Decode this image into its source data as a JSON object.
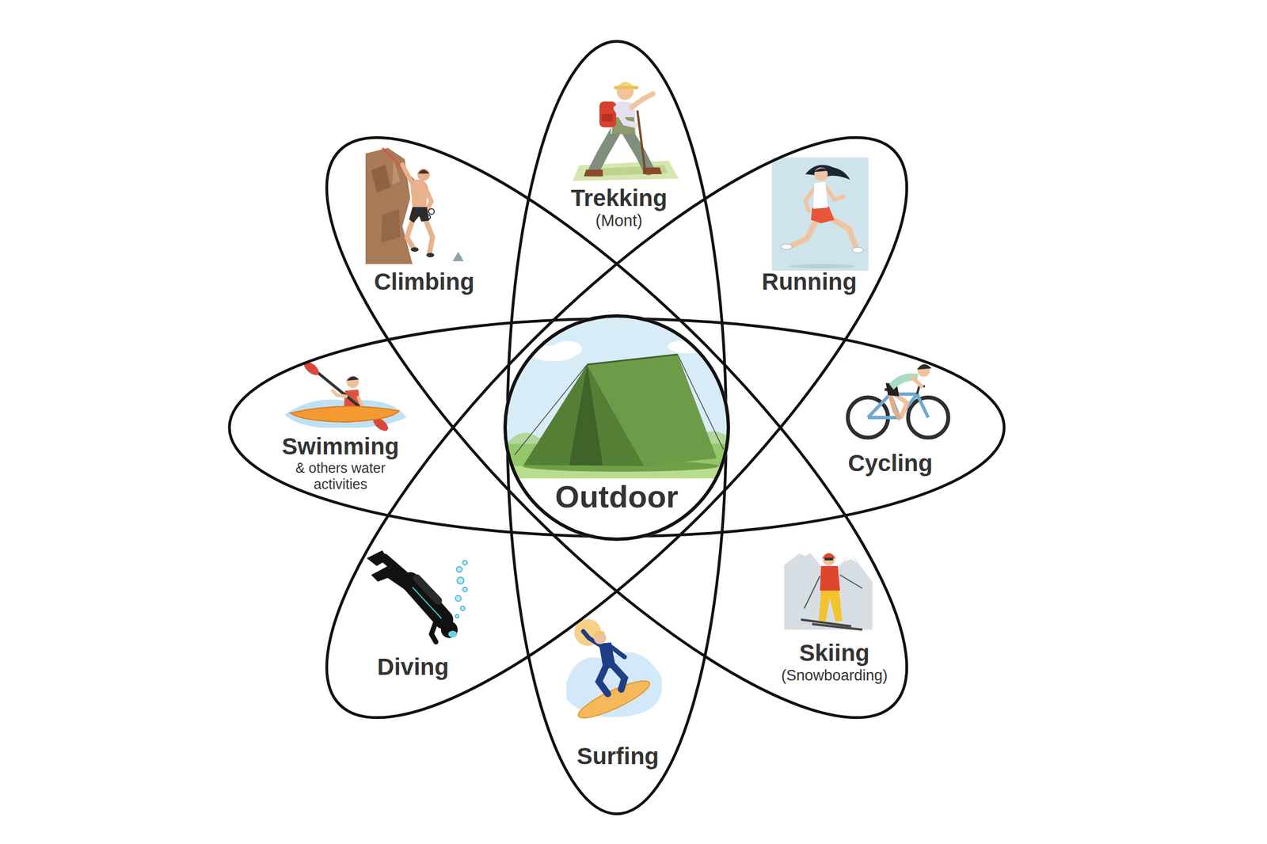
{
  "diagram": {
    "nodes": [
      {
        "text": [
          "Trekking",
          "(Mont)"
        ]
      },
      {
        "text": [
          "Climbing"
        ]
      },
      {
        "text": [
          "Running"
        ]
      },
      {
        "text": [
          "Swimming",
          "& others water activities"
        ]
      },
      {
        "text": [
          "Cycling"
        ]
      },
      {
        "text": [
          "Outdoor"
        ]
      },
      {
        "text": [
          "Diving"
        ]
      },
      {
        "text": [
          "Skiing",
          "(Snowboarding)"
        ]
      },
      {
        "text": [
          "Surfing"
        ]
      }
    ]
  }
}
